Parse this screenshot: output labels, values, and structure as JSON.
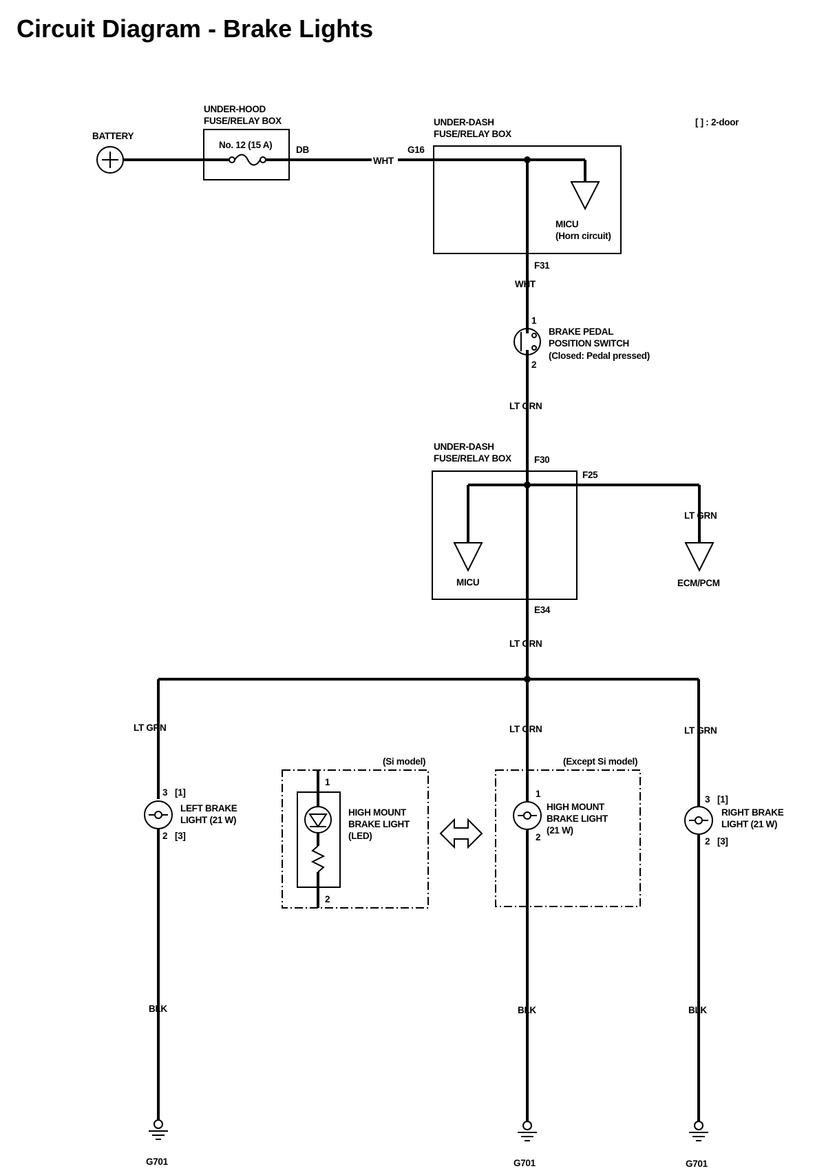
{
  "title": "Circuit Diagram - Brake Lights",
  "legend": "[ ] : 2-door",
  "battery": {
    "label": "BATTERY"
  },
  "underhood_box": {
    "line1": "UNDER-HOOD",
    "line2": "FUSE/RELAY BOX",
    "fuse": "No. 12 (15 A)",
    "terminal": "DB"
  },
  "underdash_box_1": {
    "line1": "UNDER-DASH",
    "line2": "FUSE/RELAY BOX",
    "terminal_in": "G16",
    "terminal_out": "F31",
    "micu_line1": "MICU",
    "micu_line2": "(Horn circuit)"
  },
  "wires": {
    "wht_1": "WHT",
    "wht_2": "WHT",
    "ltgrn_switch": "LT GRN",
    "ltgrn_ecm": "LT GRN",
    "ltgrn_main": "LT GRN",
    "ltgrn_left": "LT GRN",
    "ltgrn_center": "LT GRN",
    "ltgrn_right": "LT GRN",
    "blk_left": "BLK",
    "blk_center": "BLK",
    "blk_right": "BLK"
  },
  "brake_switch": {
    "pin1": "1",
    "pin2": "2",
    "line1": "BRAKE PEDAL",
    "line2": "POSITION SWITCH",
    "line3": "(Closed: Pedal pressed)"
  },
  "underdash_box_2": {
    "line1": "UNDER-DASH",
    "line2": "FUSE/RELAY BOX",
    "terminal_in": "F30",
    "terminal_branch": "F25",
    "terminal_out": "E34",
    "micu": "MICU",
    "ecm": "ECM/PCM"
  },
  "left_light": {
    "pin_top": "3",
    "pin_top_alt": "[1]",
    "pin_bottom": "2",
    "pin_bottom_alt": "[3]",
    "line1": "LEFT BRAKE",
    "line2": "LIGHT (21 W)"
  },
  "si_light": {
    "tag": "(Si model)",
    "pin_top": "1",
    "pin_bottom": "2",
    "line1": "HIGH MOUNT",
    "line2": "BRAKE LIGHT",
    "line3": "(LED)"
  },
  "except_si_light": {
    "tag": "(Except Si model)",
    "pin_top": "1",
    "pin_bottom": "2",
    "line1": "HIGH MOUNT",
    "line2": "BRAKE LIGHT",
    "line3": "(21 W)"
  },
  "right_light": {
    "pin_top": "3",
    "pin_top_alt": "[1]",
    "pin_bottom": "2",
    "pin_bottom_alt": "[3]",
    "line1": "RIGHT BRAKE",
    "line2": "LIGHT (21 W)"
  },
  "grounds": {
    "left": "G701",
    "center": "G701",
    "right": "G701"
  }
}
